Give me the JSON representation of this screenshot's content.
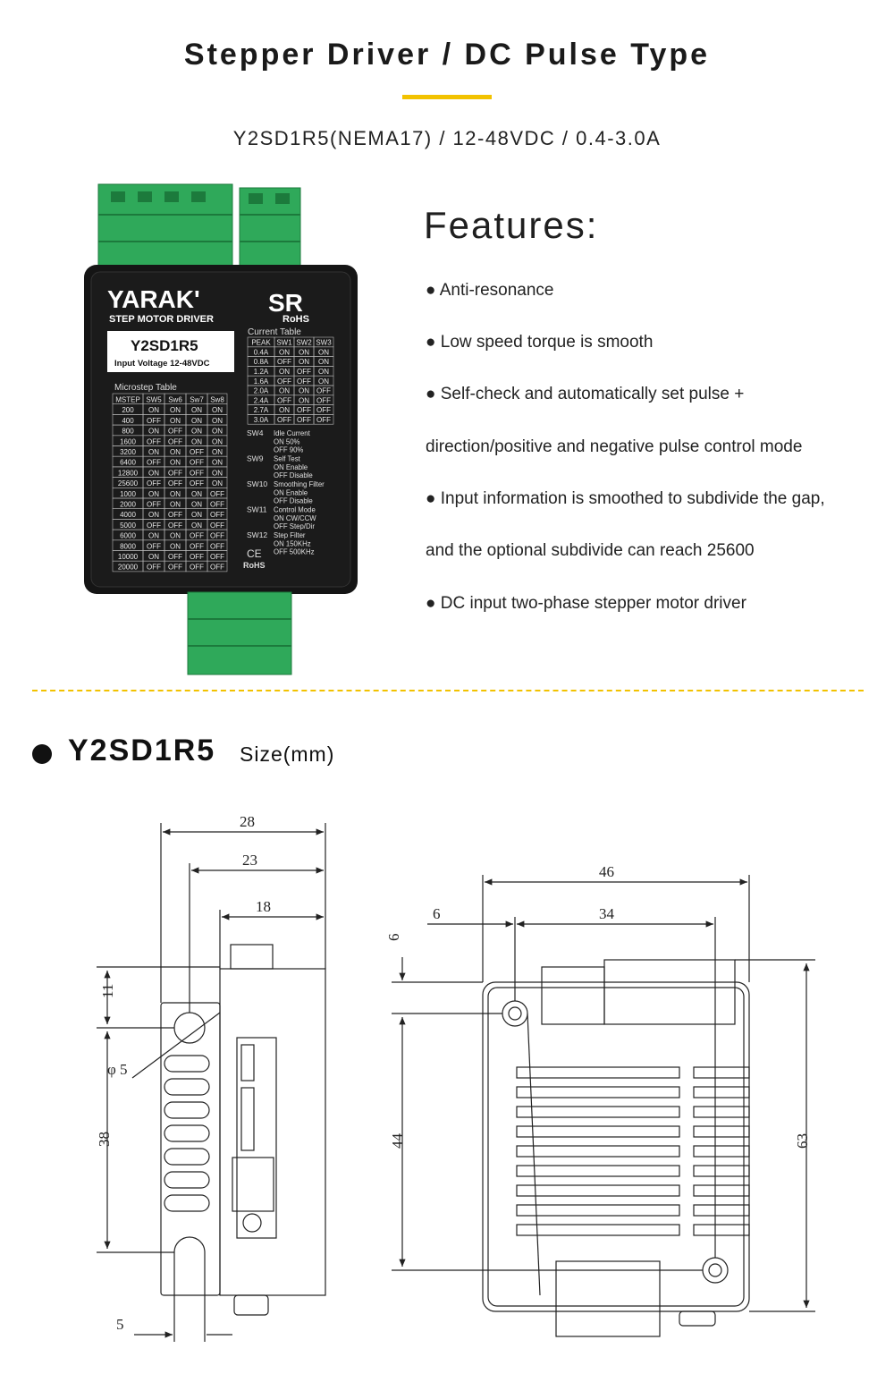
{
  "header": {
    "title": "Stepper Driver / DC Pulse Type",
    "subtitle": "Y2SD1R5(NEMA17) / 12-48VDC / 0.4-3.0A",
    "accent_color": "#f2c200"
  },
  "product": {
    "brand": "YARAK'",
    "brand_sub": "STEP MOTOR DRIVER",
    "sr_mark": "SR",
    "rohs_mark": "RoHS",
    "model_label": "Y2SD1R5",
    "input_voltage": "Input Voltage  12-48VDC",
    "microstep_title": "Microstep Table",
    "microstep_headers": [
      "MSTEP",
      "SW5",
      "Sw6",
      "Sw7",
      "Sw8"
    ],
    "microstep_rows": [
      [
        "200",
        "ON",
        "ON",
        "ON",
        "ON"
      ],
      [
        "400",
        "OFF",
        "ON",
        "ON",
        "ON"
      ],
      [
        "800",
        "ON",
        "OFF",
        "ON",
        "ON"
      ],
      [
        "1600",
        "OFF",
        "OFF",
        "ON",
        "ON"
      ],
      [
        "3200",
        "ON",
        "ON",
        "OFF",
        "ON"
      ],
      [
        "6400",
        "OFF",
        "ON",
        "OFF",
        "ON"
      ],
      [
        "12800",
        "ON",
        "OFF",
        "OFF",
        "ON"
      ],
      [
        "25600",
        "OFF",
        "OFF",
        "OFF",
        "ON"
      ],
      [
        "1000",
        "ON",
        "ON",
        "ON",
        "OFF"
      ],
      [
        "2000",
        "OFF",
        "ON",
        "ON",
        "OFF"
      ],
      [
        "4000",
        "ON",
        "OFF",
        "ON",
        "OFF"
      ],
      [
        "5000",
        "OFF",
        "OFF",
        "ON",
        "OFF"
      ],
      [
        "6000",
        "ON",
        "ON",
        "OFF",
        "OFF"
      ],
      [
        "8000",
        "OFF",
        "ON",
        "OFF",
        "OFF"
      ],
      [
        "10000",
        "ON",
        "OFF",
        "OFF",
        "OFF"
      ],
      [
        "20000",
        "OFF",
        "OFF",
        "OFF",
        "OFF"
      ]
    ],
    "current_title": "Current Table",
    "current_headers": [
      "PEAK",
      "SW1",
      "SW2",
      "SW3"
    ],
    "current_rows": [
      [
        "0.4A",
        "ON",
        "ON",
        "ON"
      ],
      [
        "0.8A",
        "OFF",
        "ON",
        "ON"
      ],
      [
        "1.2A",
        "ON",
        "OFF",
        "ON"
      ],
      [
        "1.6A",
        "OFF",
        "OFF",
        "ON"
      ],
      [
        "2.0A",
        "ON",
        "ON",
        "OFF"
      ],
      [
        "2.4A",
        "OFF",
        "ON",
        "OFF"
      ],
      [
        "2.7A",
        "ON",
        "OFF",
        "OFF"
      ],
      [
        "3.0A",
        "OFF",
        "OFF",
        "OFF"
      ]
    ],
    "sw_notes": [
      {
        "sw": "SW4",
        "lines": [
          "Idle   Current",
          "ON   50%",
          "OFF  90%"
        ]
      },
      {
        "sw": "SW9",
        "lines": [
          "Self   Test",
          "ON   Enable",
          "OFF  Disable"
        ]
      },
      {
        "sw": "SW10",
        "lines": [
          "Smoothing Filter",
          "ON   Enable",
          "OFF  Disable"
        ]
      },
      {
        "sw": "SW11",
        "lines": [
          "Control Mode",
          "ON   CW/CCW",
          "OFF  Step/Dir"
        ]
      },
      {
        "sw": "SW12",
        "lines": [
          "Step Filter",
          "ON   150KHz",
          "OFF  500KHz"
        ]
      }
    ],
    "ce_mark": "CE",
    "rohs_bottom": "RoHS"
  },
  "features": {
    "title": "Features:",
    "lines": [
      "● Anti-resonance",
      "● Low speed torque is smooth",
      "● Self-check and automatically set pulse +",
      "direction/positive and negative pulse control mode",
      "● Input information is smoothed to subdivide the gap,",
      "and the optional subdivide can reach 25600",
      "● DC input two-phase stepper motor driver"
    ]
  },
  "size_section": {
    "model": "Y2SD1R5",
    "label": "Size(mm)"
  },
  "dimensions": {
    "side": {
      "width_total": "28",
      "width_mid": "23",
      "width_small": "18",
      "top_offset": "11",
      "hole_dia": "φ 5",
      "hole_span": "38",
      "bottom_slot": "5"
    },
    "front": {
      "width_total": "46",
      "hole_offset_x": "6",
      "hole_span_x": "34",
      "top_offset": "6",
      "hole_span_y": "44",
      "height_total": "63"
    }
  }
}
